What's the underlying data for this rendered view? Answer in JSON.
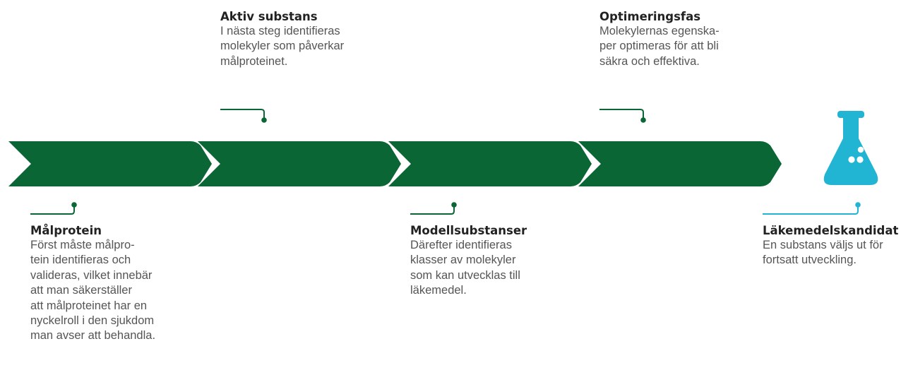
{
  "colors": {
    "arrow": "#0a6634",
    "flask": "#21b5d3",
    "connector_green": "#0a6634",
    "connector_blue": "#21b5d3"
  },
  "icon": "flask-icon",
  "stages": [
    {
      "id": "malprotein",
      "title": "Målprotein",
      "lines": [
        "Först måste målpro-",
        "tein identifieras och",
        "valideras, vilket innebär",
        "att man säkerställer",
        "att målproteinet har en",
        "nyckelroll i den sjukdom",
        "man avser att behandla."
      ]
    },
    {
      "id": "aktiv-substans",
      "title": "Aktiv substans",
      "lines": [
        "I nästa steg identifieras",
        "molekyler som påverkar",
        "målproteinet."
      ]
    },
    {
      "id": "modellsubstanser",
      "title": "Modellsubstanser",
      "lines": [
        "Därefter identifieras",
        "klasser av molekyler",
        "som kan utvecklas till",
        "läkemedel."
      ]
    },
    {
      "id": "optimeringsfas",
      "title": "Optimeringsfas",
      "lines": [
        "Molekylernas egenska-",
        "per optimeras för att bli",
        "säkra och effektiva."
      ]
    },
    {
      "id": "lakemedelskandidat",
      "title": "Läkemedelskandidat",
      "lines": [
        "En substans väljs ut för",
        "fortsatt utveckling."
      ]
    }
  ]
}
